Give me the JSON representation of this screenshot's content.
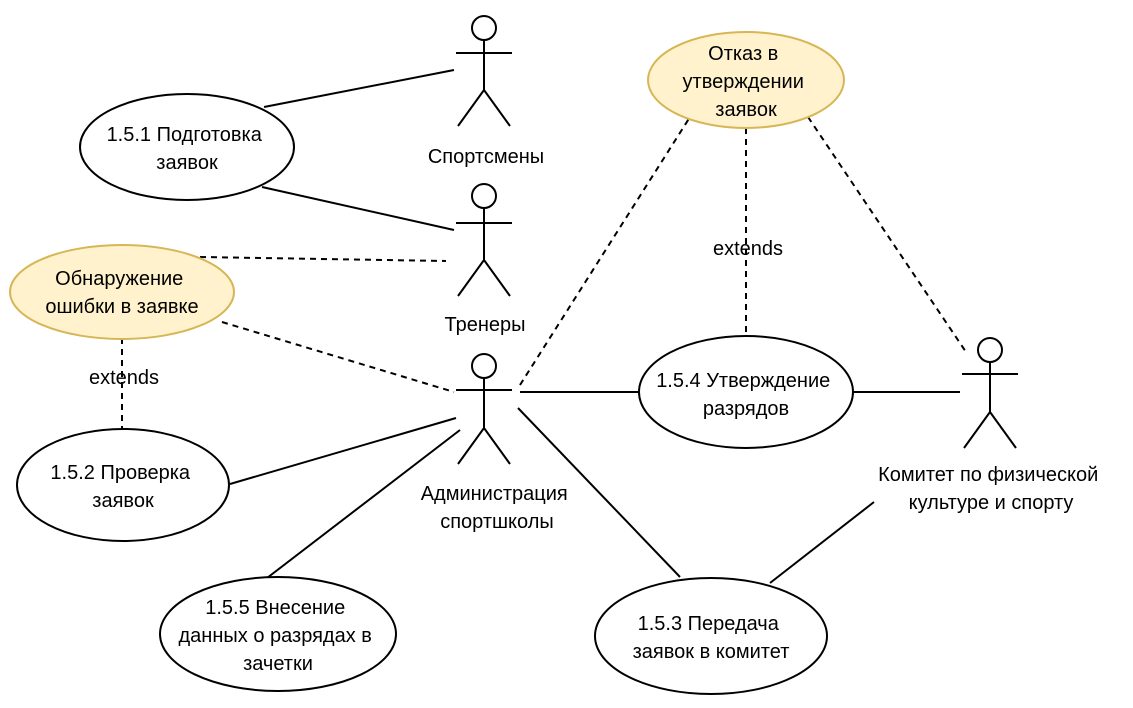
{
  "actors": {
    "athletes": "Спортсмены",
    "coaches": "Тренеры",
    "admin": [
      "Администрация",
      "спортшколы"
    ],
    "committee": [
      "Комитет по физической",
      "культуре и спорту"
    ]
  },
  "use_cases": {
    "uc_1_5_1": [
      "1.5.1 Подготовка",
      "заявок"
    ],
    "uc_1_5_2": [
      "1.5.2 Проверка",
      "заявок"
    ],
    "uc_1_5_3": [
      "1.5.3 Передача",
      "заявок в комитет"
    ],
    "uc_1_5_4": [
      "1.5.4 Утверждение",
      "разрядов"
    ],
    "uc_1_5_5": [
      "1.5.5 Внесение",
      "данных о разрядах в",
      "зачетки"
    ],
    "error_found": [
      "Обнаружение",
      "ошибки в заявке"
    ],
    "rejection": [
      "Отказ в",
      "утверждении",
      "заявок"
    ]
  },
  "relations": {
    "extends_left": "extends",
    "extends_right": "extends"
  },
  "colors": {
    "extension_fill": "#fff2cc",
    "extension_stroke": "#d6b656"
  }
}
